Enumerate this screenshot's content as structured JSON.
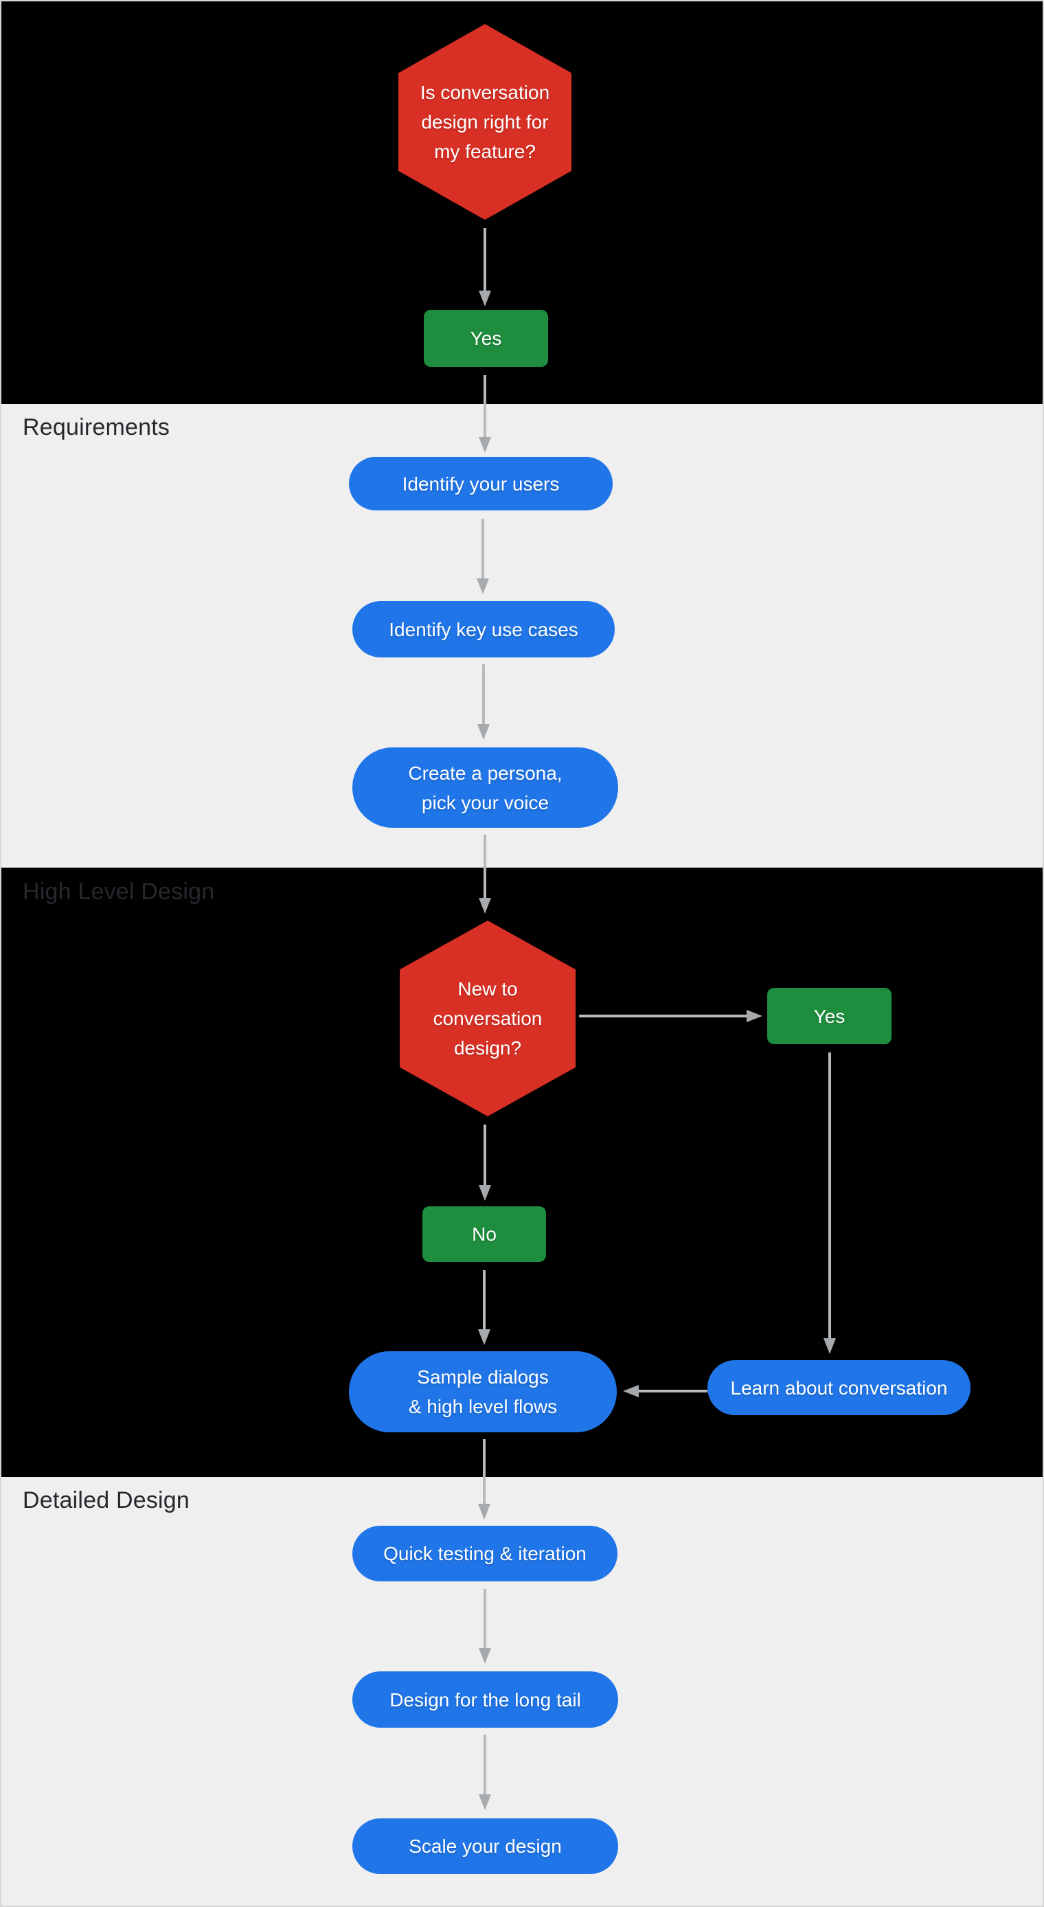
{
  "palette": {
    "decision_red": "#d93025",
    "answer_green": "#1e8e3e",
    "step_blue": "#2076e8",
    "section_light_bg": "#efefef",
    "section_dark_bg": "#000000",
    "arrow_gray": "#b7b9bb",
    "section_label_color": "#26282d"
  },
  "flow": {
    "intro": {
      "decision_lines": [
        "Is conversation",
        "design right for",
        "my feature?"
      ],
      "answer": "Yes"
    },
    "requirements": {
      "label": "Requirements",
      "step1": "Identify your users",
      "step2": "Identify key use cases",
      "step3_lines": [
        "Create a persona,",
        "pick your voice"
      ]
    },
    "high_level_design": {
      "label": "High Level Design",
      "decision_lines": [
        "New to",
        "conversation",
        "design?"
      ],
      "answer_yes": "Yes",
      "answer_no": "No",
      "step_sample_lines": [
        "Sample dialogs",
        "& high level flows"
      ],
      "step_learn": "Learn about conversation"
    },
    "detailed_design": {
      "label": "Detailed Design",
      "step1": "Quick testing & iteration",
      "step2": "Design for the long tail",
      "step3": "Scale your design"
    }
  }
}
